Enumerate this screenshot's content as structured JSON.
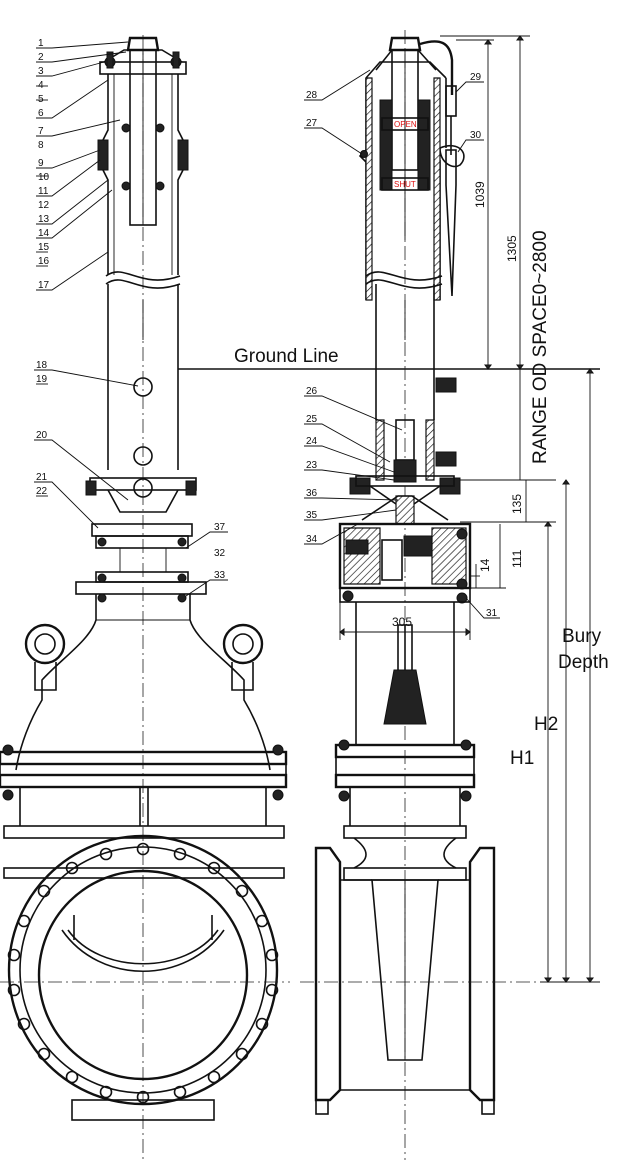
{
  "labels": {
    "ground_line": "Ground Line",
    "range": "RANGE OD SPACE0~2800",
    "bury_depth": [
      "Bury",
      "Depth"
    ],
    "h1": "H1",
    "h2": "H2",
    "open": "OPEN",
    "shut": "SHUT"
  },
  "dimensions": {
    "d1305": "1305",
    "d1039": "1039",
    "d135": "135",
    "d111": "111",
    "d14": "14",
    "d305": "305"
  },
  "left_callouts": [
    "1",
    "2",
    "3",
    "4",
    "5",
    "6",
    "7",
    "8",
    "9",
    "10",
    "11",
    "12",
    "13",
    "14",
    "15",
    "16",
    "17",
    "18",
    "19",
    "20",
    "21",
    "22"
  ],
  "left_lower_callouts": [
    "37",
    "32",
    "33"
  ],
  "right_callouts": [
    "28",
    "27",
    "29",
    "30",
    "26",
    "25",
    "24",
    "23",
    "36",
    "35",
    "34",
    "31"
  ],
  "colors": {
    "line": "#111111",
    "marker_text": "#dd1111",
    "background": "#ffffff"
  }
}
